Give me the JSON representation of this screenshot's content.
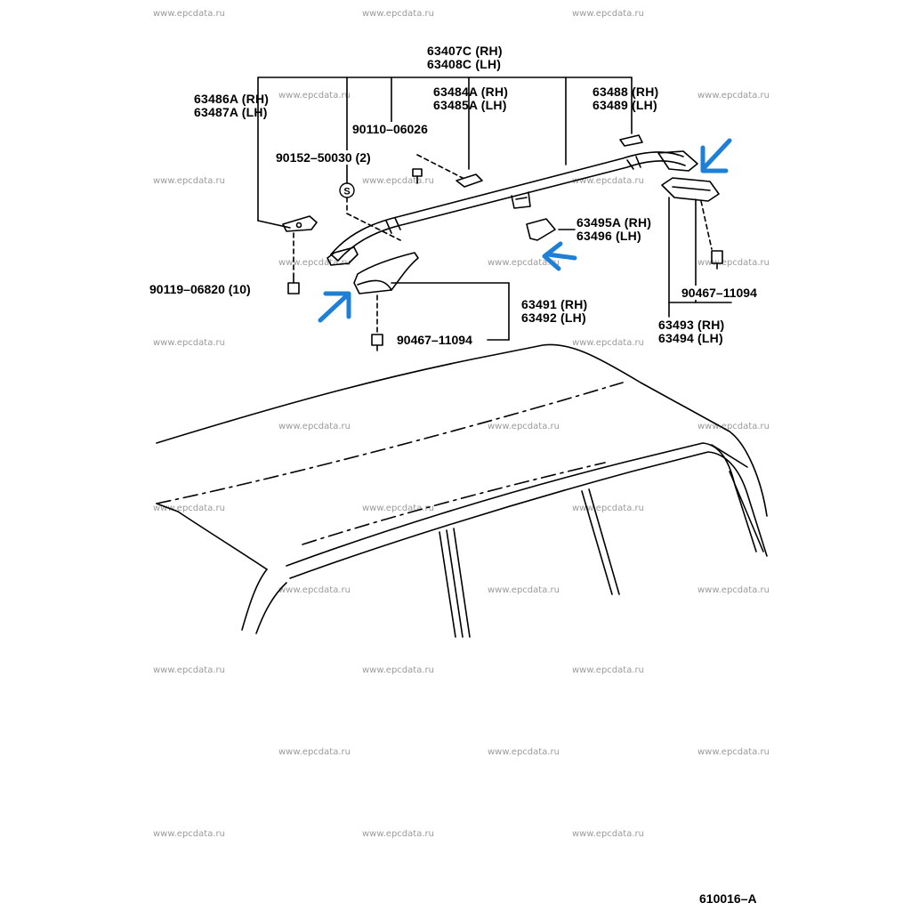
{
  "watermark": "www.epcdata.ru",
  "parts": {
    "rail_rh": "63407C (RH)",
    "rail_lh": "63408C (LH)",
    "leg_front_rh": "63486A (RH)",
    "leg_front_lh": "63487A (LH)",
    "leg_mid_rh": "63484A (RH)",
    "leg_mid_lh": "63485A (LH)",
    "leg_rear_rh": "63488 (RH)",
    "leg_rear_lh": "63489 (LH)",
    "screw_a": "90110–06026",
    "screw_s": "90152–50030 (2)",
    "bolt_front": "90119–06820 (10)",
    "cover_mid_rh": "63495A (RH)",
    "cover_mid_lh": "63496 (LH)",
    "cover_front_rh": "63491 (RH)",
    "cover_front_lh": "63492 (LH)",
    "clip_front": "90467–11094",
    "clip_rear": "90467–11094",
    "cover_rear_rh": "63493 (RH)",
    "cover_rear_lh": "63494 (LH)",
    "s_mark": "S"
  },
  "drawing_code": "610016–A",
  "highlight_color": "#1e7fd6"
}
